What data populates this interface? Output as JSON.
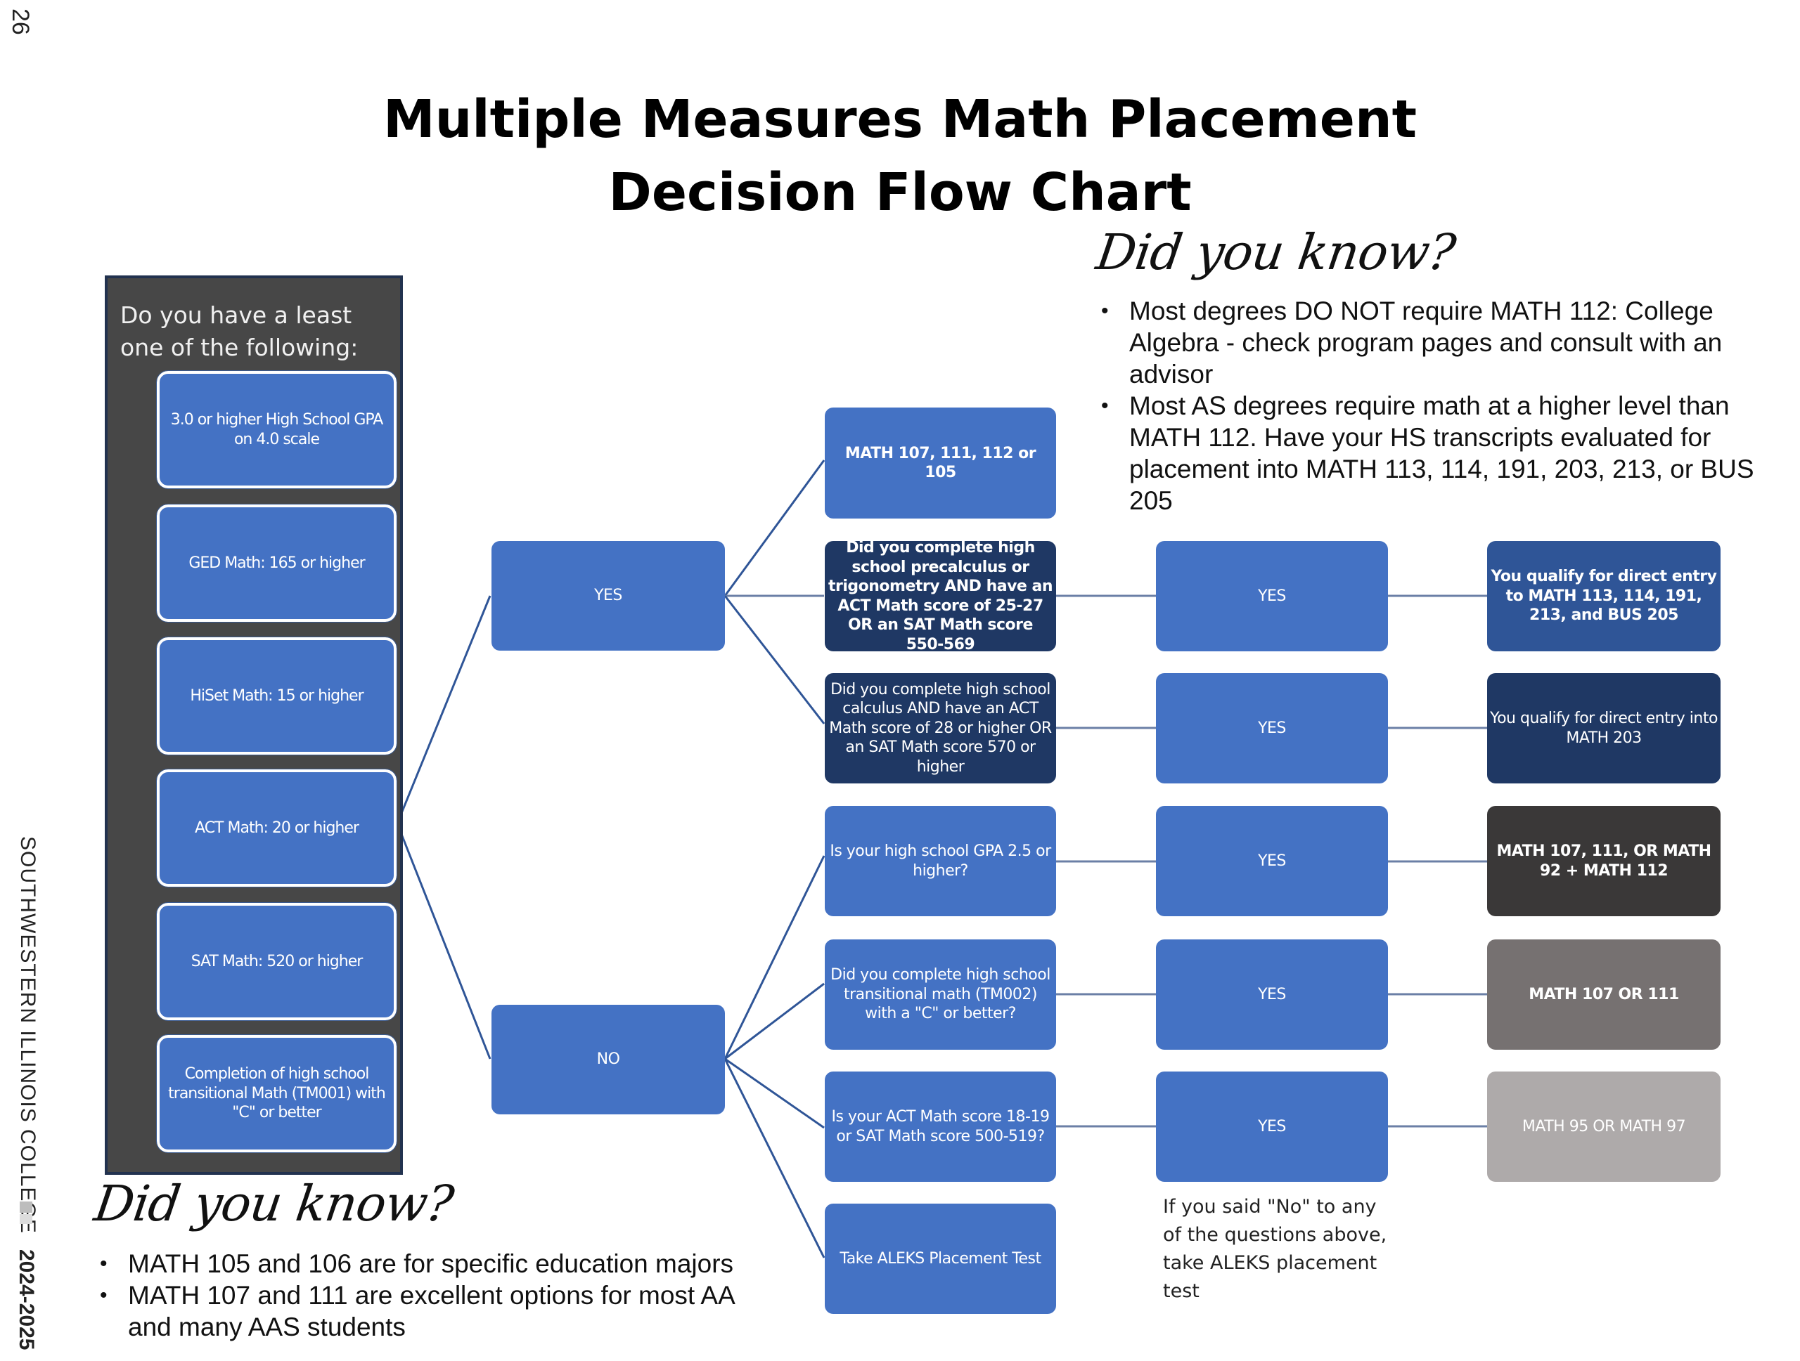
{
  "page": {
    "page_number": "26",
    "side_label": "SOUTHWESTERN ILLINOIS COLLEGE",
    "side_year": "2024-2025"
  },
  "title": {
    "line1": "Multiple Measures Math Placement",
    "line2": "Decision Flow Chart"
  },
  "did_you_know_top": {
    "heading": "Did you know?",
    "bullets": [
      "Most degrees DO NOT require MATH 112: College Algebra - check program pages and consult with an advisor",
      "Most AS degrees require math at a higher level than MATH 112. Have your HS transcripts evaluated for placement into MATH 113, 114, 191, 203, 213, or BUS 205"
    ]
  },
  "did_you_know_bottom": {
    "heading": "Did you know?",
    "bullets": [
      "MATH 105 and 106 are for specific education majors",
      "MATH 107 and 111 are excellent options for most AA and many AAS students"
    ]
  },
  "criteria_panel": {
    "prompt": "Do you have a least one of the following:",
    "items": [
      "3.0 or higher High School GPA on 4.0 scale",
      "GED Math: 165 or higher",
      "HiSet Math: 15 or higher",
      "ACT Math: 20 or higher",
      "SAT Math: 520 or higher",
      "Completion of high school transitional Math (TM001) with \"C\" or better"
    ]
  },
  "branches": {
    "yes_label": "YES",
    "no_label": "NO"
  },
  "yes_path": {
    "default_placement": "MATH 107, 111, 112 or 105",
    "questions": [
      {
        "question": "Did you complete high school precalculus or trigonometry AND have an ACT Math score of 25-27 OR an SAT Math score 550-569",
        "answer": "YES",
        "result": "You qualify for direct entry to MATH 113, 114, 191, 213, and BUS 205"
      },
      {
        "question": "Did you complete high school calculus AND have an ACT Math score of 28 or higher OR an SAT Math score 570 or higher",
        "answer": "YES",
        "result": "You qualify for direct entry into MATH 203"
      }
    ]
  },
  "no_path": {
    "questions": [
      {
        "question": "Is your high school GPA 2.5 or higher?",
        "answer": "YES",
        "result": "MATH 107, 111, OR MATH 92 + MATH 112"
      },
      {
        "question": "Did you complete high school transitional math (TM002) with a \"C\" or better?",
        "answer": "YES",
        "result": "MATH 107 OR 111"
      },
      {
        "question": "Is your ACT Math score 18-19 or SAT Math score 500-519?",
        "answer": "YES",
        "result": "MATH 95 OR MATH 97"
      }
    ],
    "fallback": "Take ALEKS Placement Test",
    "note": "If you said \"No\" to any of the questions above, take ALEKS placement test"
  },
  "colors": {
    "box_blue": "#4472c4",
    "box_navy": "#1f3864",
    "result_blue": "#2f5597",
    "result_dark": "#3a3838",
    "result_grey": "#767171",
    "result_light": "#aeaaaa",
    "panel_bg": "#474747",
    "connector": "#2f5597"
  }
}
